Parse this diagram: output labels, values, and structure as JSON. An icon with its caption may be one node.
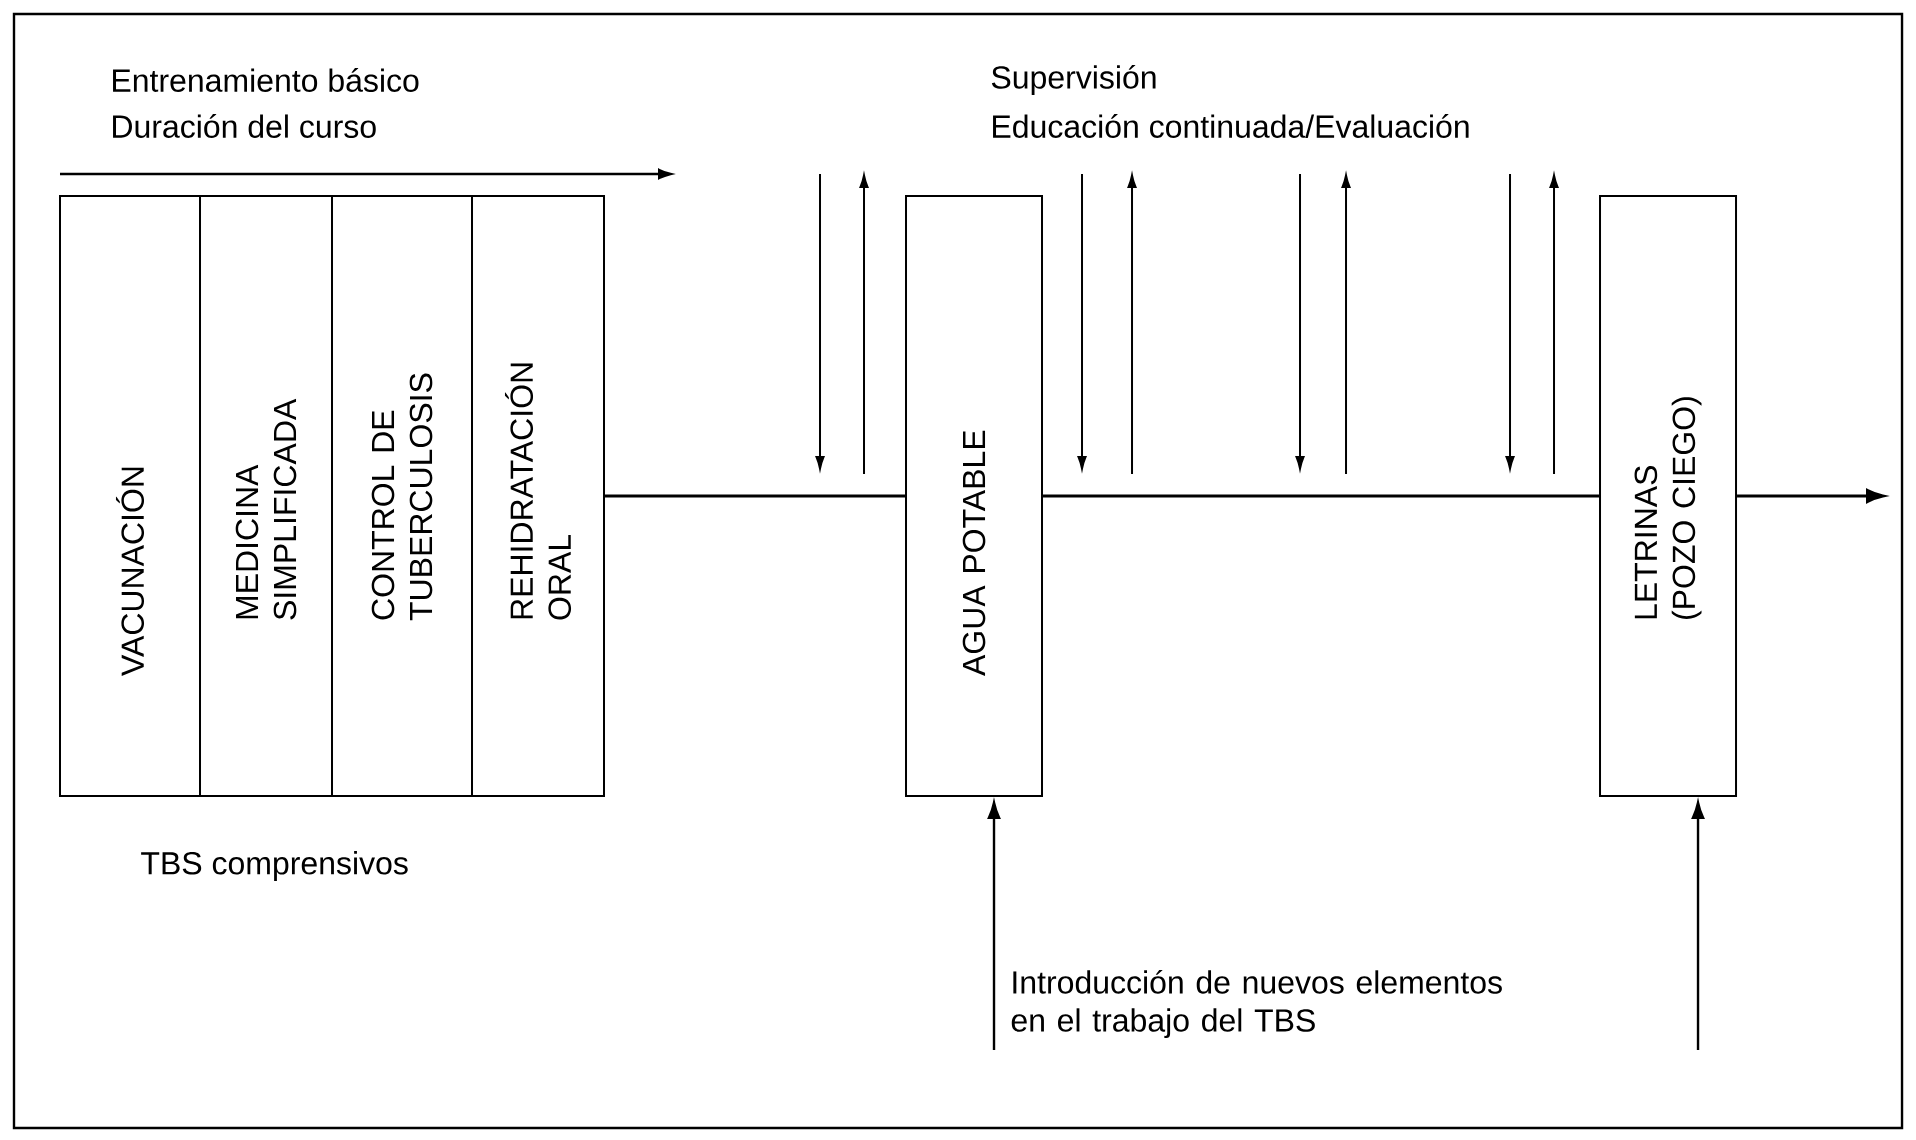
{
  "diagram": {
    "nodes": [
      {
        "text": [
          "VACUNACIÓN"
        ]
      },
      {
        "text": [
          "MEDICINA SIMPLIFICADA"
        ]
      },
      {
        "text": [
          "CONTROL DE TUBERCULOSIS"
        ]
      },
      {
        "text": [
          "REHIDRATACIÓN ORAL"
        ]
      },
      {
        "text": [
          "AGUA POTABLE"
        ]
      },
      {
        "text": [
          "LETRINAS (POZO CIEGO)"
        ]
      }
    ],
    "edges": [
      {
        "from": 3,
        "to": 4,
        "arrow": "none"
      },
      {
        "from": 4,
        "to": 5,
        "arrow": "none"
      },
      {
        "from": 5,
        "to": null,
        "arrow": "to"
      },
      {
        "from": null,
        "to": 4,
        "arrow": "to"
      },
      {
        "from": null,
        "to": 5,
        "arrow": "to"
      }
    ],
    "labels": [
      "Entrenamiento básico",
      "Duración del curso",
      "Supervisión",
      "Educación continuada/Evaluación",
      "TBS comprensivos",
      "Introducción de nuevos elementos en el trabajo del TBS"
    ]
  }
}
